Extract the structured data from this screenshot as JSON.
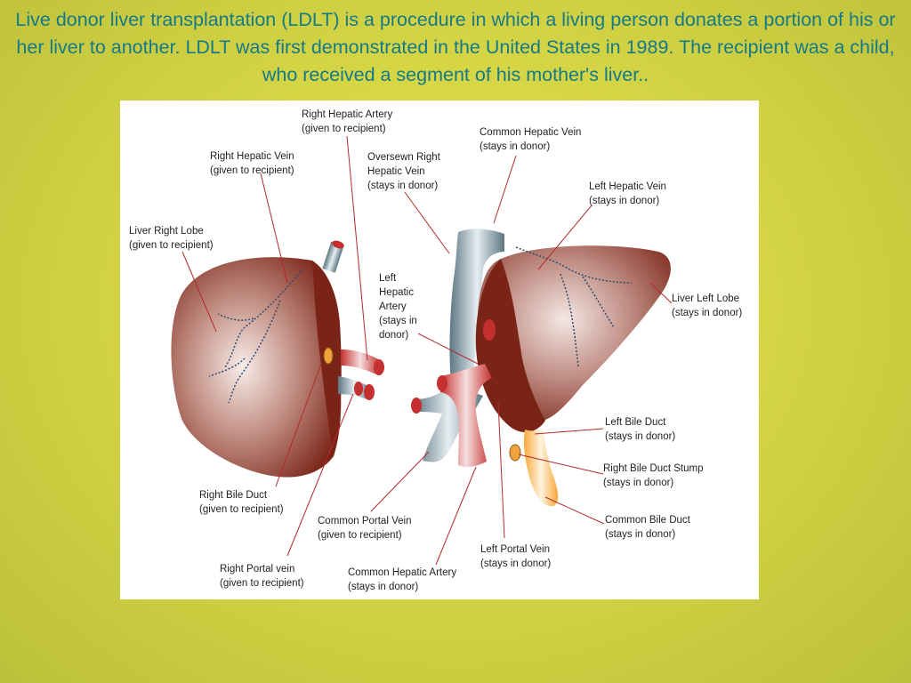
{
  "caption": "Live donor liver transplantation (LDLT) is a procedure in which a living person donates a portion of his or her liver to another. LDLT was first demonstrated in the United States in 1989. The recipient was a child, who received a segment of his mother's liver..",
  "colors": {
    "background": "#d9d846",
    "caption_text": "#147a8a",
    "liver": "#7a2417",
    "liver_highlight": "#f3e6e2",
    "vein": "#6f8a97",
    "artery": "#d63a3a",
    "bile_duct": "#f7b04a",
    "leader_line": "#b52a2a"
  },
  "labels": {
    "right_hepatic_artery": [
      "Right Hepatic Artery",
      "(given to recipient)"
    ],
    "right_hepatic_vein": [
      "Right Hepatic Vein",
      "(given to recipient)"
    ],
    "liver_right_lobe": [
      "Liver Right Lobe",
      "(given to recipient)"
    ],
    "oversewn_right_hepatic_vein": [
      "Oversewn Right",
      "Hepatic Vein",
      "(stays in donor)"
    ],
    "common_hepatic_vein": [
      "Common Hepatic Vein",
      "(stays in donor)"
    ],
    "left_hepatic_vein": [
      "Left Hepatic Vein",
      "(stays in donor)"
    ],
    "left_hepatic_artery": [
      "Left",
      "Hepatic",
      "Artery",
      "(stays in",
      "donor)"
    ],
    "liver_left_lobe": [
      "Liver Left Lobe",
      "(stays in donor)"
    ],
    "left_bile_duct": [
      "Left Bile Duct",
      "(stays in donor)"
    ],
    "right_bile_duct_stump": [
      "Right Bile Duct Stump",
      "(stays in donor)"
    ],
    "common_bile_duct": [
      "Common Bile Duct",
      "(stays in donor)"
    ],
    "right_bile_duct": [
      "Right Bile Duct",
      "(given to recipient)"
    ],
    "common_portal_vein": [
      "Common Portal Vein",
      "(given to recipient)"
    ],
    "right_portal_vein": [
      "Right Portal vein",
      "(given to recipient)"
    ],
    "common_hepatic_artery": [
      "Common Hepatic Artery",
      "(stays in donor)"
    ],
    "left_portal_vein": [
      "Left Portal Vein",
      "(stays in donor)"
    ]
  }
}
